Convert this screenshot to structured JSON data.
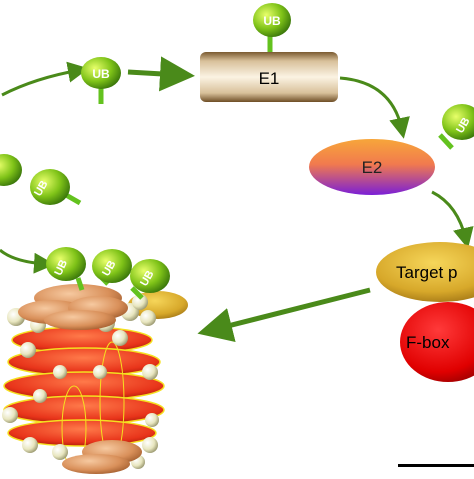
{
  "diagram": {
    "ubiquitin_label": "UB",
    "e1_label": "E1",
    "e2_label": "E2",
    "target_label": "Target p",
    "fbox_label": "F-box"
  },
  "colors": {
    "arrow_green": "#4a8a1a",
    "ub_green": "#7fc318",
    "ub_dark": "#2f6a08",
    "stem_green": "#63c21e",
    "e1_tan": "#e9d8b8",
    "e2_orange": "#f4a13a",
    "e2_purple": "#7a1fd6",
    "target_gold": "#c9a020",
    "fbox_red": "#e00000",
    "proteasome_red": "#e8341a",
    "proteasome_bead": "#e8e6bf",
    "scale_bar": "#000000"
  }
}
